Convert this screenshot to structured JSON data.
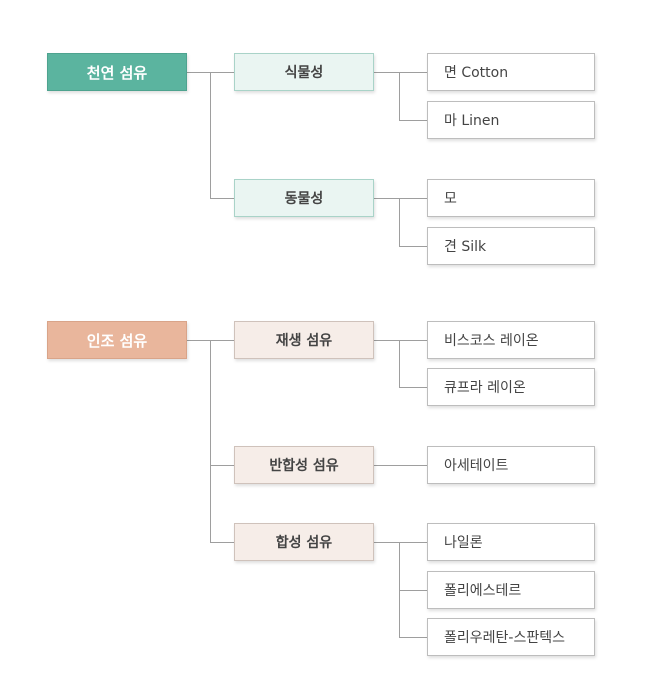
{
  "colors": {
    "natural_root": "#5bb49f",
    "natural_mid": "#eaf5f2",
    "synthetic_root": "#e9b69c",
    "synthetic_mid": "#f6ede8",
    "line": "#9e9e9e"
  },
  "natural": {
    "title": "천연 섬유",
    "plant": {
      "label": "식물성",
      "items": [
        "면 Cotton",
        "마 Linen"
      ]
    },
    "animal": {
      "label": "동물성",
      "items": [
        "모",
        "견 Silk"
      ]
    }
  },
  "manmade": {
    "title": "인조 섬유",
    "regenerated": {
      "label": "재생 섬유",
      "items": [
        "비스코스 레이온",
        "큐프라 레이온"
      ]
    },
    "semi": {
      "label": "반합성 섬유",
      "items": [
        "아세테이트"
      ]
    },
    "synthetic": {
      "label": "합성 섬유",
      "items": [
        "나일론",
        "폴리에스테르",
        "폴리우레탄-스판텍스"
      ]
    }
  }
}
